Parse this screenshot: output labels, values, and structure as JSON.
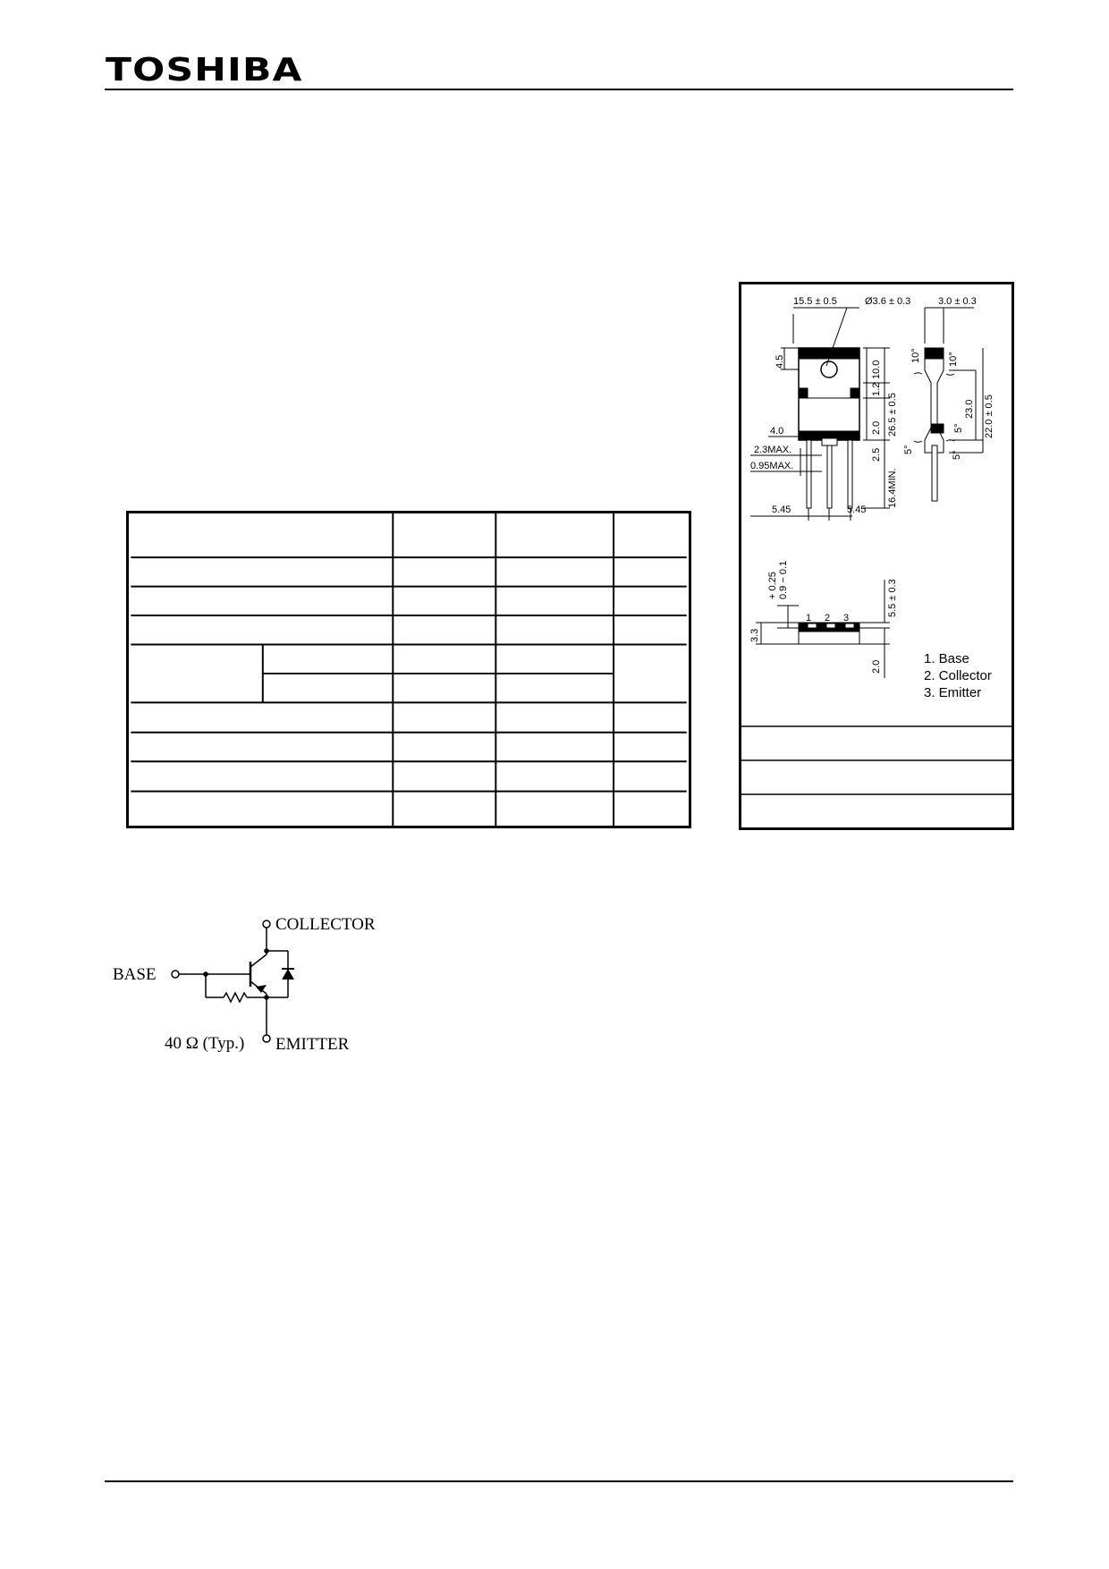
{
  "header": {
    "brand": "TOSHIBA"
  },
  "package_drawing": {
    "dimensions": {
      "width_top": "15.5 ± 0.5",
      "hole_dia": "Ø3.6 ± 0.3",
      "side_thickness": "3.0 ± 0.3",
      "d_4_5": "4.5",
      "d_10_0": "10.0",
      "d_1_2": "1.2",
      "d_26_5": "26.5 ± 0.5",
      "d_2_0_upper": "2.0",
      "d_2_5": "2.5",
      "d_16_4min": "16.4MIN.",
      "d_23_0": "23.0",
      "d_22_0": "22.0 ± 0.5",
      "angle_10_left": "10°",
      "angle_10_right": "10°",
      "angle_5_upper": "5°",
      "angle_5_left": "5°",
      "angle_5_lower": "5°",
      "d_4_0": "4.0",
      "d_2_3max": "2.3MAX.",
      "d_0_95max": "0.95MAX.",
      "d_5_45_left": "5.45",
      "d_5_45_right": "5.45",
      "d_tol_plus": "+ 0.25",
      "d_0_9": "0.9 − 0.1",
      "d_5_5": "5.5 ± 0.3",
      "d_3_3": "3.3",
      "d_2_0_lower": "2.0",
      "pin_1": "1",
      "pin_2": "2",
      "pin_3": "3"
    },
    "pin_legend": [
      "1.  Base",
      "2.  Collector",
      "3.  Emitter"
    ]
  },
  "circuit": {
    "collector": "COLLECTOR",
    "base": "BASE",
    "emitter": "EMITTER",
    "resistor": "40 Ω (Typ.)"
  }
}
